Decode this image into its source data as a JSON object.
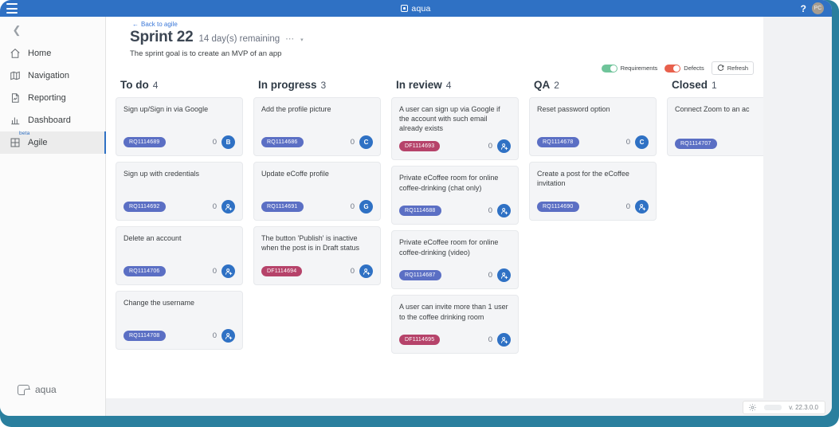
{
  "topbar": {
    "menu_icon": "hamburger-icon",
    "brand": "aqua",
    "help_icon": "?",
    "avatar_initials": "PC"
  },
  "sidebar": {
    "collapse_icon": "chevron-left-icon",
    "items": [
      {
        "label": "Home",
        "icon": "home-icon",
        "active": false,
        "tag": ""
      },
      {
        "label": "Navigation",
        "icon": "map-icon",
        "active": false,
        "tag": ""
      },
      {
        "label": "Reporting",
        "icon": "document-icon",
        "active": false,
        "tag": ""
      },
      {
        "label": "Dashboard",
        "icon": "bar-chart-icon",
        "active": false,
        "tag": ""
      },
      {
        "label": "Agile",
        "icon": "grid-icon",
        "active": true,
        "tag": "beta"
      }
    ],
    "footer_brand": "aqua"
  },
  "header": {
    "back_link": "Back to agile",
    "back_arrow": "←",
    "title": "Sprint 22",
    "remaining": "14 day(s) remaining",
    "ellipsis": "⋯",
    "caret": "▾",
    "goal": "The sprint goal is to create an MVP of an app"
  },
  "toolbar": {
    "requirements_label": "Requirements",
    "requirements_on": true,
    "requirements_color": "#6fc49a",
    "defects_label": "Defects",
    "defects_on": true,
    "defects_color": "#e8604c",
    "refresh_label": "Refresh",
    "refresh_icon": "refresh-icon"
  },
  "board": {
    "columns": [
      {
        "name": "To do",
        "count": "4",
        "cards": [
          {
            "title": "Sign up/Sign in via Google",
            "badge": "RQ1114689",
            "badge_type": "rq",
            "count": "0",
            "assignee": "B",
            "assignee_type": "initial"
          },
          {
            "title": "Sign up with credentials",
            "badge": "RQ1114692",
            "badge_type": "rq",
            "count": "0",
            "assignee": "add-user",
            "assignee_type": "icon"
          },
          {
            "title": "Delete an account",
            "badge": "RQ1114706",
            "badge_type": "rq",
            "count": "0",
            "assignee": "add-user",
            "assignee_type": "icon"
          },
          {
            "title": "Change the username",
            "badge": "RQ1114708",
            "badge_type": "rq",
            "count": "0",
            "assignee": "add-user",
            "assignee_type": "icon"
          }
        ]
      },
      {
        "name": "In progress",
        "count": "3",
        "cards": [
          {
            "title": "Add the profile picture",
            "badge": "RQ1114686",
            "badge_type": "rq",
            "count": "0",
            "assignee": "C",
            "assignee_type": "initial"
          },
          {
            "title": "Update eCoffe profile",
            "badge": "RQ1114691",
            "badge_type": "rq",
            "count": "0",
            "assignee": "G",
            "assignee_type": "initial"
          },
          {
            "title": "The button 'Publish' is inactive when the post is in Draft status",
            "badge": "DF1114694",
            "badge_type": "df",
            "count": "0",
            "assignee": "add-user",
            "assignee_type": "icon"
          }
        ]
      },
      {
        "name": "In review",
        "count": "4",
        "cards": [
          {
            "title": "A user can sign up via Google if the account with such email already exists",
            "badge": "DF1114693",
            "badge_type": "df",
            "count": "0",
            "assignee": "add-user",
            "assignee_type": "icon"
          },
          {
            "title": "Private eCoffee room for online coffee-drinking (chat only)",
            "badge": "RQ1114688",
            "badge_type": "rq",
            "count": "0",
            "assignee": "add-user",
            "assignee_type": "icon"
          },
          {
            "title": "Private eCoffee room for online coffee-drinking (video)",
            "badge": "RQ1114687",
            "badge_type": "rq",
            "count": "0",
            "assignee": "add-user",
            "assignee_type": "icon"
          },
          {
            "title": "A user can invite more than 1 user to the coffee drinking room",
            "badge": "DF1114695",
            "badge_type": "df",
            "count": "0",
            "assignee": "add-user",
            "assignee_type": "icon"
          }
        ]
      },
      {
        "name": "QA",
        "count": "2",
        "cards": [
          {
            "title": "Reset password option",
            "badge": "RQ1114678",
            "badge_type": "rq",
            "count": "0",
            "assignee": "C",
            "assignee_type": "initial"
          },
          {
            "title": "Create a post for the eCoffee invitation",
            "badge": "RQ1114690",
            "badge_type": "rq",
            "count": "0",
            "assignee": "add-user",
            "assignee_type": "icon"
          }
        ]
      },
      {
        "name": "Closed",
        "count": "1",
        "cards": [
          {
            "title": "Connect Zoom to an ac",
            "badge": "RQ1114707",
            "badge_type": "rq",
            "count": "",
            "assignee": "",
            "assignee_type": "none"
          }
        ]
      }
    ]
  },
  "statusbar": {
    "gear_icon": "gear-icon",
    "version": "v. 22.3.0.0"
  }
}
